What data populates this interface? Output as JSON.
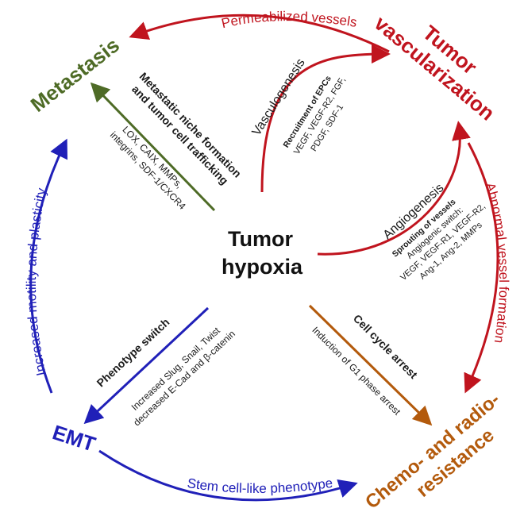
{
  "center": {
    "line1": "Tumor",
    "line2": "hypoxia"
  },
  "nodes": {
    "vascularization": {
      "line1": "Tumor",
      "line2": "vascularization"
    },
    "metastasis": {
      "label": "Metastasis"
    },
    "emt": {
      "label": "EMT"
    },
    "resistance": {
      "line1": "Chemo- and radio-",
      "line2": "resistance"
    }
  },
  "outer_arrows": {
    "permeabilized": "Permeabilized vessels",
    "abnormal": "Abnormal vessel formation",
    "stemcell": "Stem cell-like phenotype",
    "motility": "Increased motility and plasticity"
  },
  "branches": {
    "vasculogenesis": {
      "title": "Vasculogenesis",
      "subtitle": "Recruitment of EPCs",
      "detail1": "VEGF, VEGF-R2, FGF,",
      "detail2": "PDGF, SDF-1"
    },
    "angiogenesis": {
      "title": "Angiogenesis",
      "subtitle": "Sprouting of vessels",
      "detail1": "Angiogenic switch:",
      "detail2": "VEGF, VEGF-R1, VEGF-R2,",
      "detail3": "Ang-1, Ang-2, MMPs"
    },
    "metastatic_niche": {
      "title1": "Metastatic niche formation",
      "title2": "and tumor cell trafficking",
      "detail1": "LOX, CAIX, MMPs,",
      "detail2": "integrins, SDF-1/CXCR4"
    },
    "phenotype": {
      "title": "Phenotype switch",
      "detail1": "Increased Slug, Snail, Twist",
      "detail2": "decreased E-Cad and β-catenin"
    },
    "cellcycle": {
      "title": "Cell cycle arrest",
      "detail": "Induction of G1 phase arrest"
    }
  },
  "colors": {
    "red": "#c0141e",
    "green": "#4e6b26",
    "blue": "#2020b8",
    "brown": "#b35a0c",
    "text": "#1a1a1a"
  }
}
